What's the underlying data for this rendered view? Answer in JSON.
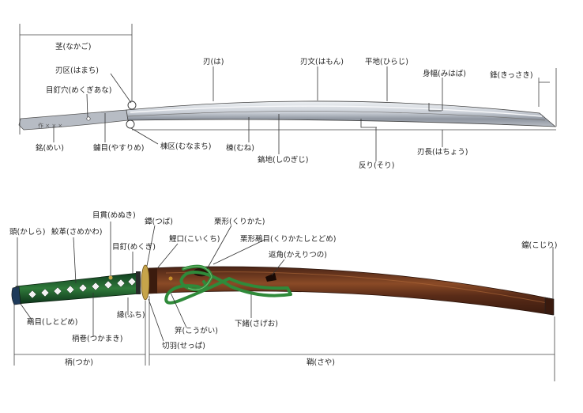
{
  "blade": {
    "nakago": "茎(なかご)",
    "hamachi": "刃区(はまち)",
    "mekugi_ana": "目釘穴(めくぎあな)",
    "ha": "刃(は)",
    "hamon": "刃文(はもん)",
    "hiraji": "平地(ひらじ)",
    "mihaba": "身幅(みはば)",
    "kissaki": "鋒(きっさき)",
    "mei": "銘(めい)",
    "yasurime": "鑢目(やすりめ)",
    "munamachi": "棟区(むなまち)",
    "mune": "棟(むね)",
    "shinogiji": "鎬地(しのぎじ)",
    "sori": "反り(そり)",
    "hacho": "刃長(はちょう)"
  },
  "mounting": {
    "menuki": "目貫(めぬき)",
    "tsuba": "鐔(つば)",
    "kurikata": "栗形(くりかた)",
    "kashira": "頭(かしら)",
    "samekawa": "鮫革(さめかわ)",
    "koikuchi": "鯉口(こいくち)",
    "kurikata_shitodome": "栗形鵐目(くりかたしとどめ)",
    "mekugi": "目釘(めくぎ)",
    "kaeritsuno": "返角(かえりつの)",
    "kojiri": "鐺(こじり)",
    "shitodome": "鵐目(しとどめ)",
    "fuchi": "縁(ふち)",
    "tsukamaki": "柄巻(つかまき)",
    "kogai": "笄(こうがい)",
    "sageo": "下緒(さげお)",
    "seppa": "切羽(せっぱ)",
    "tsuka": "柄(つか)",
    "saya": "鞘(さや)"
  }
}
